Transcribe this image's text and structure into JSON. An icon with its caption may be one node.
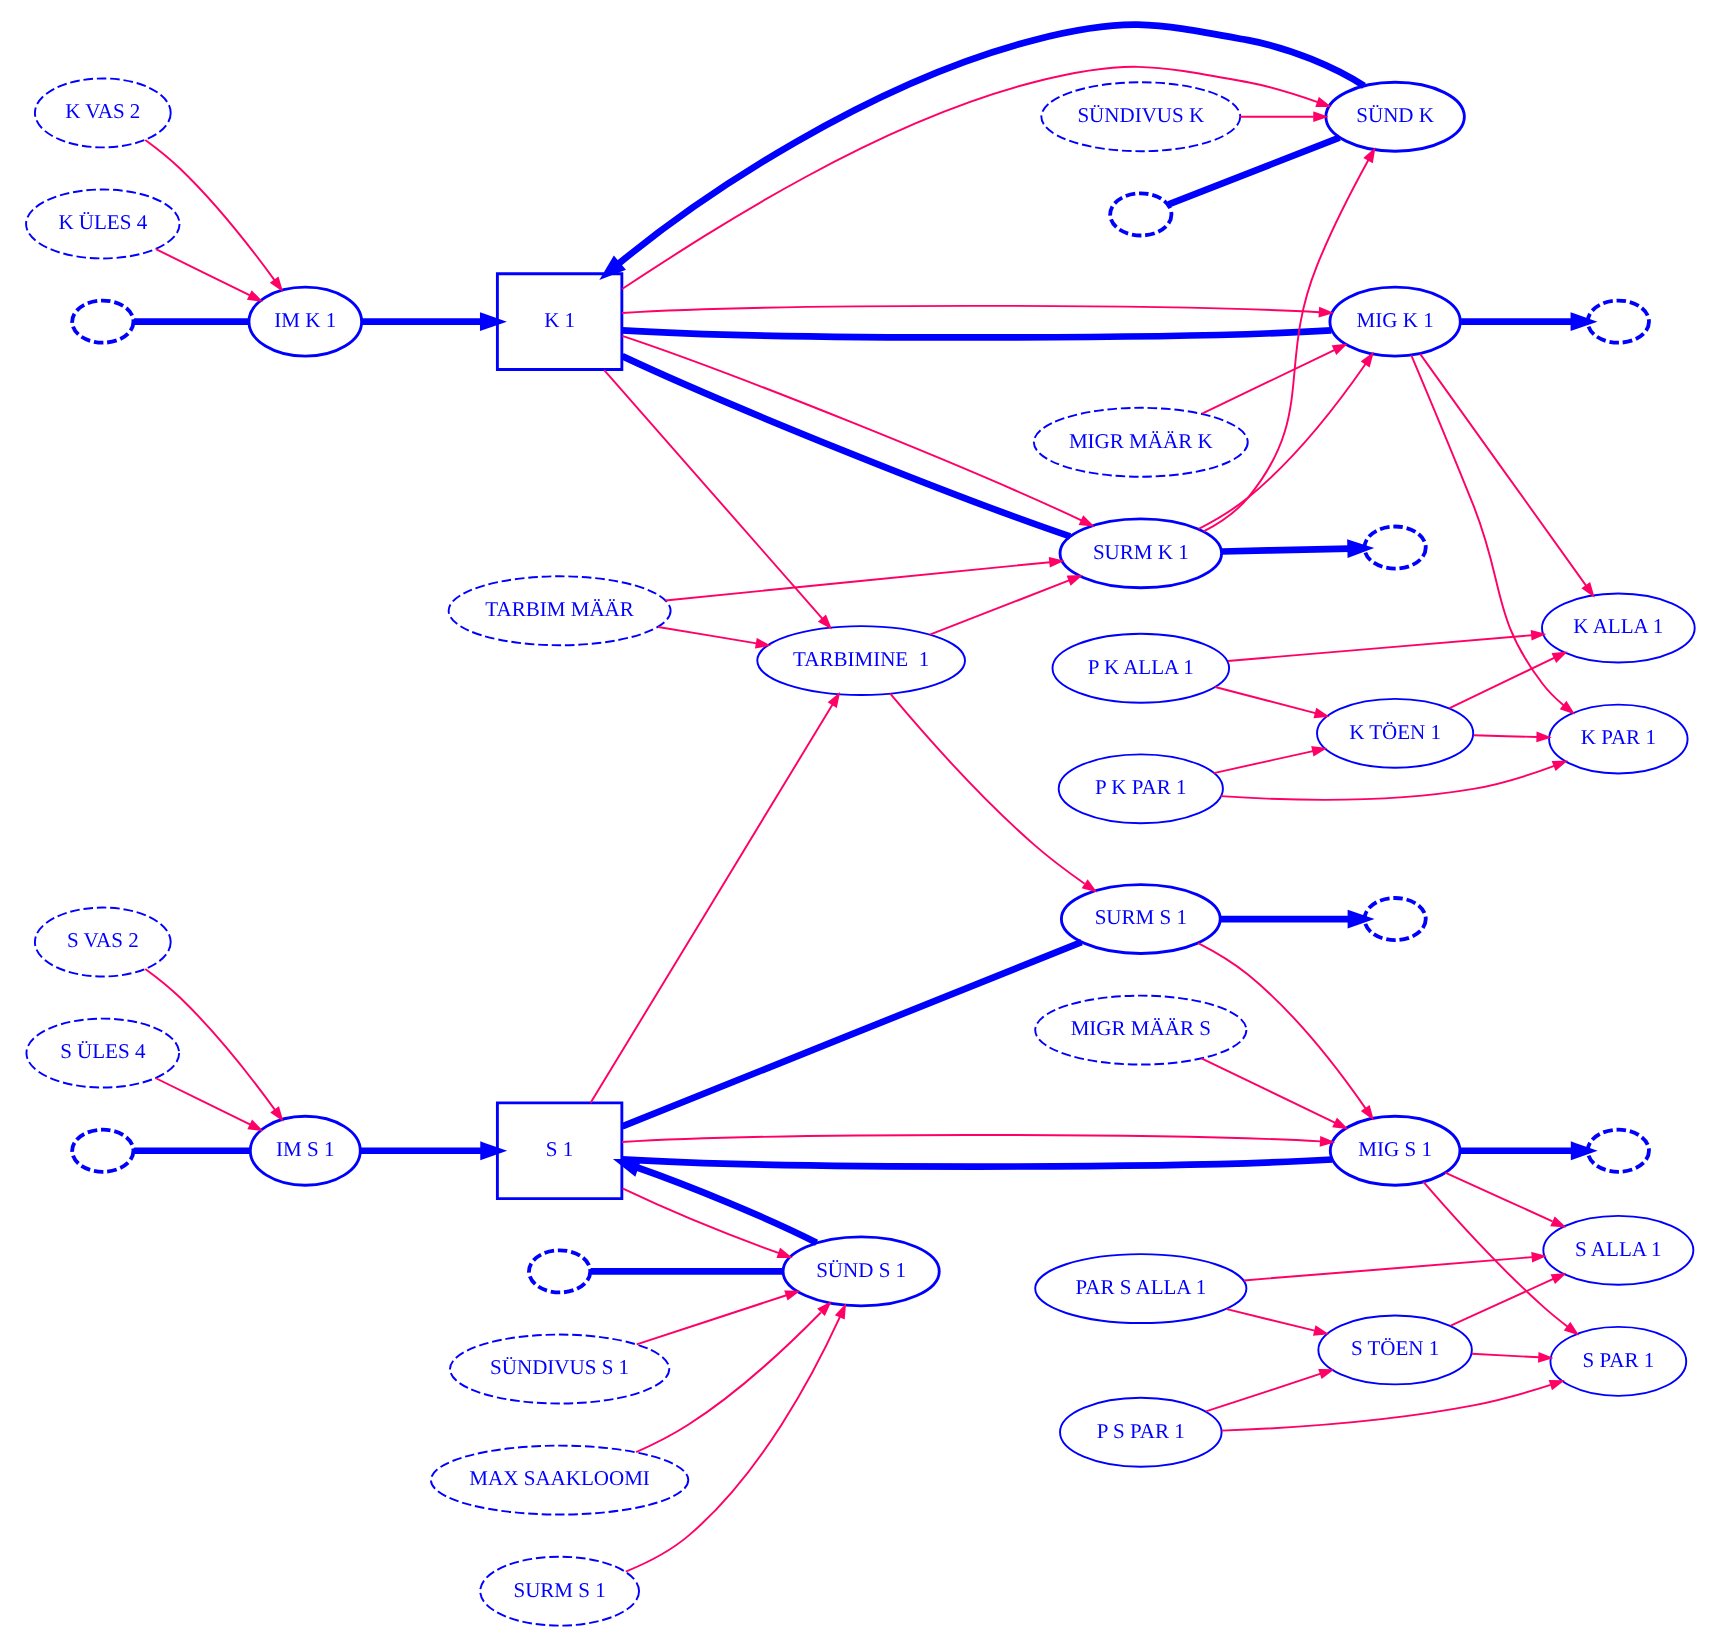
{
  "diagram": {
    "nodes": [
      {
        "text": [
          "K 1"
        ]
      },
      {
        "text": [
          "IM K 1"
        ]
      },
      {
        "text": [
          "SÜND K"
        ]
      },
      {
        "text": [
          "MIG K 1"
        ]
      },
      {
        "text": [
          "SURM K 1"
        ]
      },
      {
        "text": [
          "K VAS 2"
        ]
      },
      {
        "text": [
          "K ÜLES 4"
        ]
      },
      {
        "text": [
          "SÜNDIVUS K"
        ]
      },
      {
        "text": [
          "MIGR MÄÄR K"
        ]
      },
      {
        "text": [
          "K ALLA 1"
        ]
      },
      {
        "text": [
          "P K ALLA 1"
        ]
      },
      {
        "text": [
          "K PAR 1"
        ]
      },
      {
        "text": [
          "K TÖEN 1"
        ]
      },
      {
        "text": [
          "P K PAR 1"
        ]
      },
      {
        "text": [
          "TARBIMINE  1"
        ]
      },
      {
        "text": [
          "TARBIM MÄÄR"
        ]
      },
      {
        "text": [
          "S 1"
        ]
      },
      {
        "text": [
          "IM S 1"
        ]
      },
      {
        "text": [
          "SÜND S 1"
        ]
      },
      {
        "text": [
          "MIG S 1"
        ]
      },
      {
        "text": [
          "SURM S 1"
        ]
      },
      {
        "text": [
          "S VAS 2"
        ]
      },
      {
        "text": [
          "S ÜLES 4"
        ]
      },
      {
        "text": [
          "SÜNDIVUS S 1"
        ]
      },
      {
        "text": [
          "MAX SAAKLOOMI"
        ]
      },
      {
        "text": [
          "SURM S 1"
        ]
      },
      {
        "text": [
          "MIGR MÄÄR S"
        ]
      },
      {
        "text": [
          "S ALLA 1"
        ]
      },
      {
        "text": [
          "PAR S ALLA 1"
        ]
      },
      {
        "text": [
          "S PAR 1"
        ]
      },
      {
        "text": [
          "S TÖEN 1"
        ]
      },
      {
        "text": [
          "P S PAR 1"
        ]
      },
      {
        "text": [],
        "shape": "cloud"
      },
      {
        "text": [],
        "shape": "cloud"
      },
      {
        "text": [],
        "shape": "cloud"
      },
      {
        "text": [],
        "shape": "cloud"
      },
      {
        "text": [],
        "shape": "cloud"
      },
      {
        "text": [],
        "shape": "cloud"
      },
      {
        "text": [],
        "shape": "cloud"
      },
      {
        "text": [],
        "shape": "cloud"
      }
    ],
    "edges": [
      {
        "from": 32,
        "to": 1,
        "arrow": "none",
        "style": "thick",
        "color": "#0000ff"
      },
      {
        "from": 1,
        "to": 0,
        "arrow": "to",
        "style": "thick",
        "color": "#0000ff"
      },
      {
        "from": 33,
        "to": 2,
        "arrow": "none",
        "style": "thick",
        "color": "#0000ff"
      },
      {
        "from": 2,
        "to": 0,
        "arrow": "to",
        "style": "thick",
        "color": "#0000ff"
      },
      {
        "from": 0,
        "to": 3,
        "arrow": "none",
        "style": "thick",
        "color": "#0000ff"
      },
      {
        "from": 3,
        "to": 34,
        "arrow": "to",
        "style": "thick",
        "color": "#0000ff"
      },
      {
        "from": 0,
        "to": 4,
        "arrow": "none",
        "style": "thick",
        "color": "#0000ff"
      },
      {
        "from": 4,
        "to": 35,
        "arrow": "to",
        "style": "thick",
        "color": "#0000ff"
      },
      {
        "from": 36,
        "to": 17,
        "arrow": "none",
        "style": "thick",
        "color": "#0000ff"
      },
      {
        "from": 17,
        "to": 16,
        "arrow": "to",
        "style": "thick",
        "color": "#0000ff"
      },
      {
        "from": 37,
        "to": 18,
        "arrow": "none",
        "style": "thick",
        "color": "#0000ff"
      },
      {
        "from": 18,
        "to": 16,
        "arrow": "to",
        "style": "thick",
        "color": "#0000ff"
      },
      {
        "from": 16,
        "to": 20,
        "arrow": "none",
        "style": "thick",
        "color": "#0000ff"
      },
      {
        "from": 20,
        "to": 38,
        "arrow": "to",
        "style": "thick",
        "color": "#0000ff"
      },
      {
        "from": 16,
        "to": 19,
        "arrow": "none",
        "style": "thick",
        "color": "#0000ff"
      },
      {
        "from": 19,
        "to": 39,
        "arrow": "to",
        "style": "thick",
        "color": "#0000ff"
      },
      {
        "from": 5,
        "to": 1,
        "arrow": "to"
      },
      {
        "from": 6,
        "to": 1,
        "arrow": "to"
      },
      {
        "from": 7,
        "to": 2,
        "arrow": "to"
      },
      {
        "from": 0,
        "to": 2,
        "arrow": "to"
      },
      {
        "from": 0,
        "to": 14,
        "arrow": "to"
      },
      {
        "from": 0,
        "to": 3,
        "arrow": "to"
      },
      {
        "from": 0,
        "to": 4,
        "arrow": "to"
      },
      {
        "from": 8,
        "to": 3,
        "arrow": "to"
      },
      {
        "from": 4,
        "to": 2,
        "arrow": "to"
      },
      {
        "from": 4,
        "to": 3,
        "arrow": "to"
      },
      {
        "from": 3,
        "to": 9,
        "arrow": "to"
      },
      {
        "from": 3,
        "to": 11,
        "arrow": "to"
      },
      {
        "from": 10,
        "to": 9,
        "arrow": "to"
      },
      {
        "from": 10,
        "to": 12,
        "arrow": "to"
      },
      {
        "from": 12,
        "to": 9,
        "arrow": "to"
      },
      {
        "from": 12,
        "to": 11,
        "arrow": "to"
      },
      {
        "from": 13,
        "to": 12,
        "arrow": "to"
      },
      {
        "from": 13,
        "to": 11,
        "arrow": "to"
      },
      {
        "from": 15,
        "to": 4,
        "arrow": "to"
      },
      {
        "from": 15,
        "to": 14,
        "arrow": "to"
      },
      {
        "from": 14,
        "to": 4,
        "arrow": "to"
      },
      {
        "from": 14,
        "to": 20,
        "arrow": "to"
      },
      {
        "from": 16,
        "to": 14,
        "arrow": "to"
      },
      {
        "from": 16,
        "to": 18,
        "arrow": "to"
      },
      {
        "from": 24,
        "to": 18,
        "arrow": "to"
      },
      {
        "from": 23,
        "to": 18,
        "arrow": "to"
      },
      {
        "from": 25,
        "to": 18,
        "arrow": "to"
      },
      {
        "from": 21,
        "to": 17,
        "arrow": "to"
      },
      {
        "from": 22,
        "to": 17,
        "arrow": "to"
      },
      {
        "from": 16,
        "to": 19,
        "arrow": "to"
      },
      {
        "from": 20,
        "to": 19,
        "arrow": "to"
      },
      {
        "from": 19,
        "to": 27,
        "arrow": "to"
      },
      {
        "from": 19,
        "to": 29,
        "arrow": "to"
      },
      {
        "from": 26,
        "to": 19,
        "arrow": "to"
      },
      {
        "from": 28,
        "to": 27,
        "arrow": "to"
      },
      {
        "from": 28,
        "to": 30,
        "arrow": "to"
      },
      {
        "from": 30,
        "to": 27,
        "arrow": "to"
      },
      {
        "from": 30,
        "to": 29,
        "arrow": "to"
      },
      {
        "from": 31,
        "to": 29,
        "arrow": "to"
      },
      {
        "from": 31,
        "to": 30,
        "arrow": "to"
      }
    ]
  }
}
